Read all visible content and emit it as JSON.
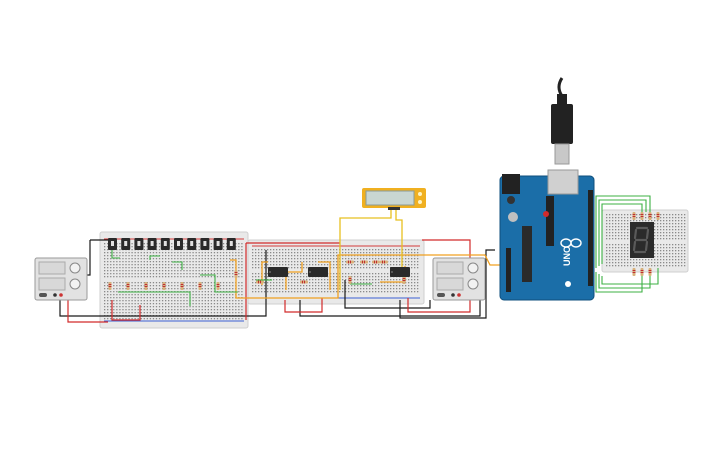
{
  "canvas": {
    "background": "#ffffff"
  },
  "colors": {
    "breadboard": "#e9e9e9",
    "breadboard_hole": "#8a8a8a",
    "rail_red": "#d43a3a",
    "rail_blue": "#3a5fd4",
    "arduino_blue": "#1b6ea8",
    "arduino_dark": "#0f4f7c",
    "wire_black": "#1a1a1a",
    "wire_red": "#d22b2b",
    "wire_orange": "#f0a020",
    "wire_yellow": "#e8c020",
    "wire_green": "#3cb043",
    "lcd_frame": "#f0b020",
    "lcd_screen": "#c9d6d2",
    "seven_seg_body": "#2b2b2b",
    "seven_seg_led": "#5a5a5a",
    "ic_body": "#2a2a2a",
    "resistor_body": "#d8b07a",
    "supply_body": "#e2e2e2",
    "usb_plug": "#222222",
    "usb_metal": "#c8c8c8"
  },
  "arduino": {
    "model": "UNO",
    "icon": "arduino-infinity-logo-icon"
  },
  "power_supplies": [
    {
      "id": "left-supply",
      "icon": "dc-supply-icon"
    },
    {
      "id": "middle-supply",
      "icon": "dc-supply-icon"
    }
  ],
  "chips": [
    {
      "id": "ic-1"
    },
    {
      "id": "ic-2"
    },
    {
      "id": "ic-3"
    }
  ],
  "switch_count": 10,
  "seven_segment": {
    "icon": "seven-segment-display-icon"
  },
  "lcd": {
    "icon": "lcd-module-icon"
  }
}
